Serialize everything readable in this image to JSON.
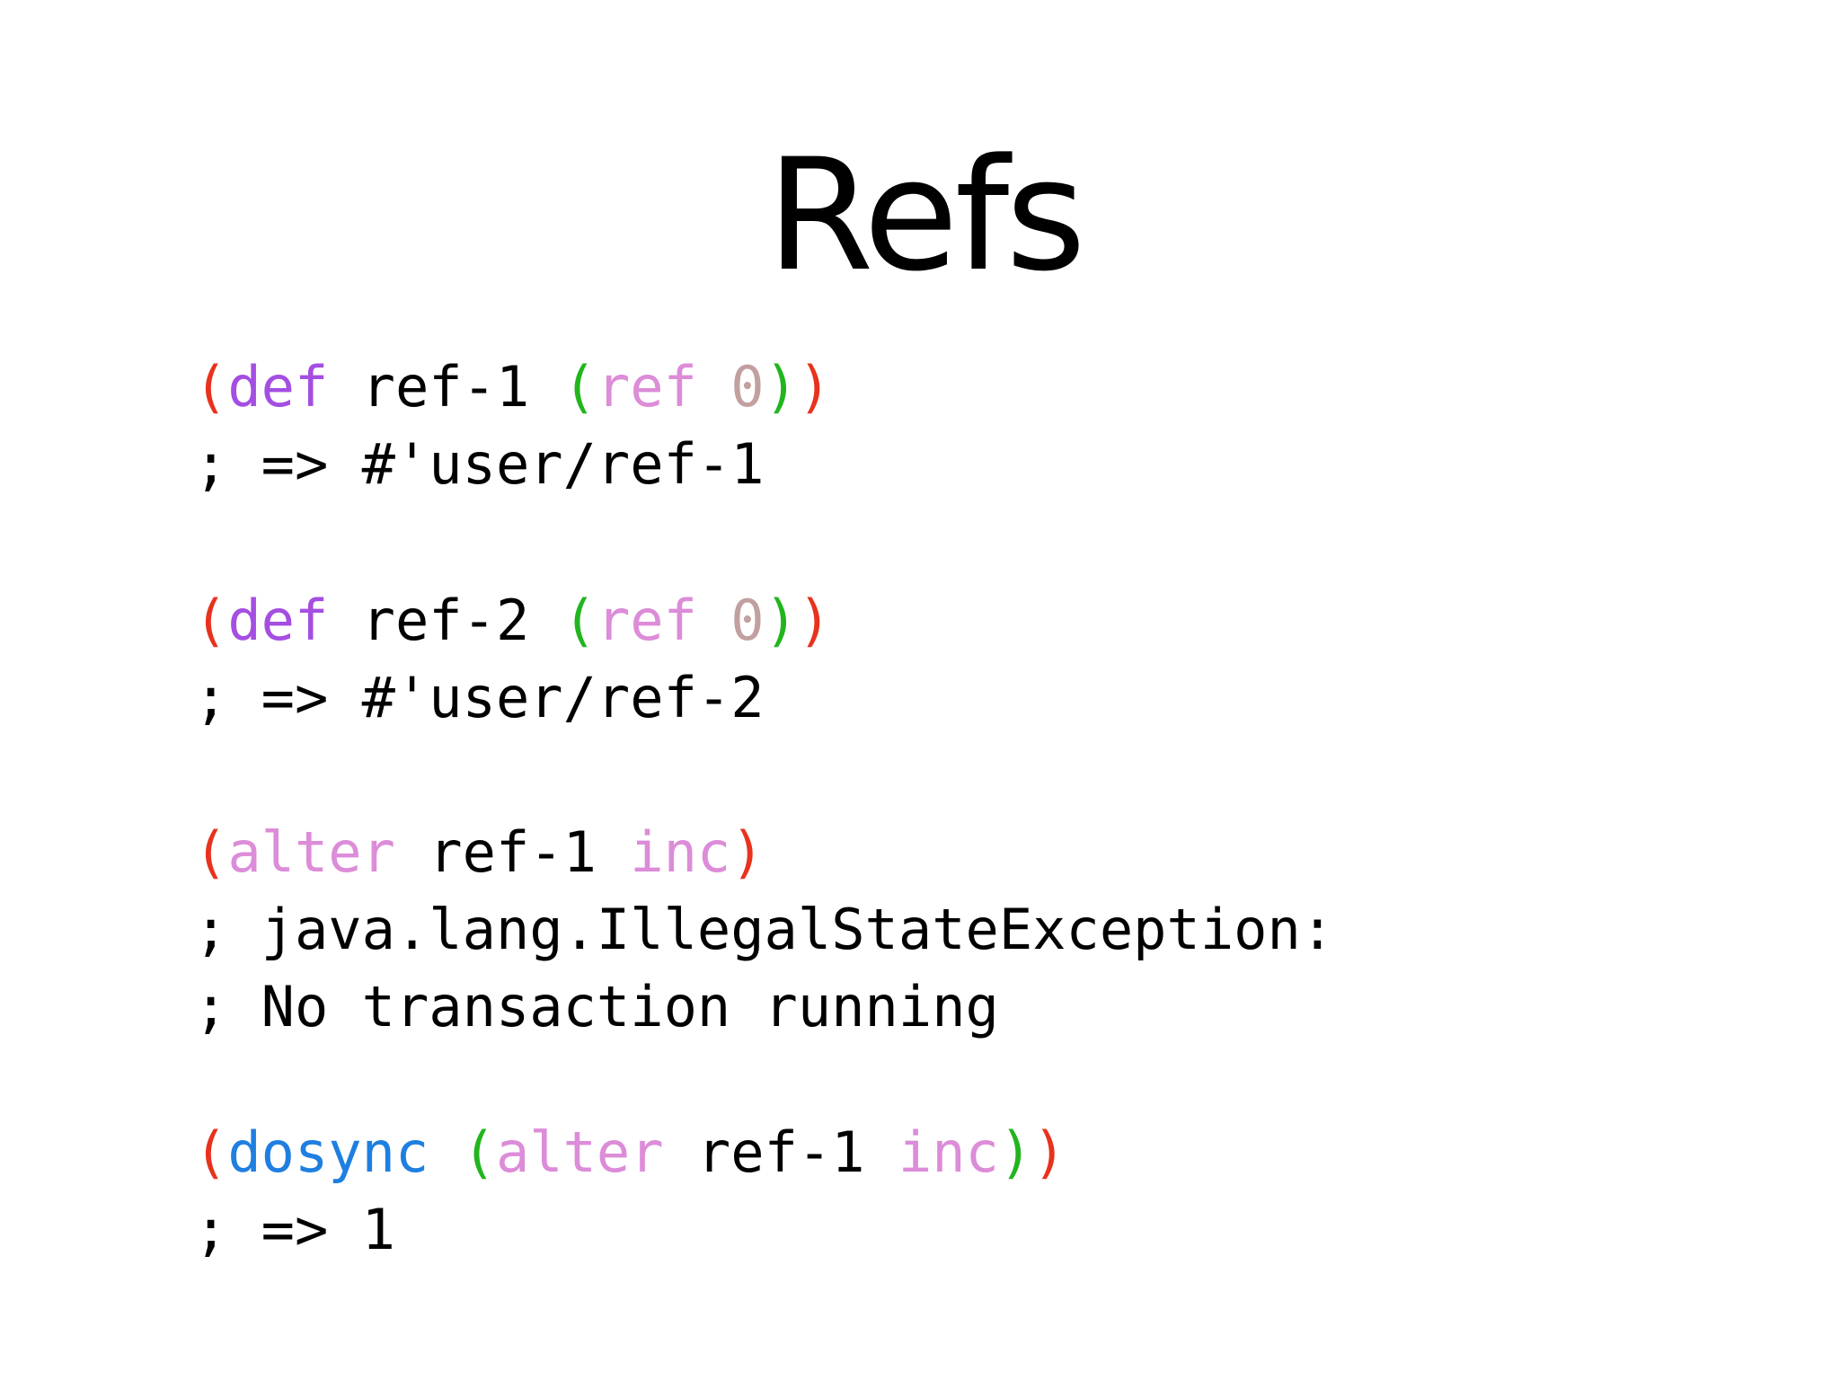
{
  "slide": {
    "title": "Refs"
  },
  "colors": {
    "paren_outer": "#e8321e",
    "paren_inner": "#22b51e",
    "special_form": "#a44ee2",
    "dosync": "#1f7fe0",
    "fn_call": "#dc8cd8",
    "number": "#c2a0a0",
    "plain": "#000000"
  },
  "code": {
    "lines": [
      {
        "tokens": [
          {
            "text": "(",
            "role": "paren_outer"
          },
          {
            "text": "def",
            "role": "special_form"
          },
          {
            "text": " ref-1 ",
            "role": "plain"
          },
          {
            "text": "(",
            "role": "paren_inner"
          },
          {
            "text": "ref",
            "role": "fn_call"
          },
          {
            "text": " ",
            "role": "plain"
          },
          {
            "text": "0",
            "role": "number"
          },
          {
            "text": ")",
            "role": "paren_inner"
          },
          {
            "text": ")",
            "role": "paren_outer"
          }
        ]
      },
      {
        "tokens": [
          {
            "text": "; => #'user/ref-1",
            "role": "plain"
          }
        ]
      },
      {
        "tokens": [
          {
            "text": "(",
            "role": "paren_outer"
          },
          {
            "text": "def",
            "role": "special_form"
          },
          {
            "text": " ref-2 ",
            "role": "plain"
          },
          {
            "text": "(",
            "role": "paren_inner"
          },
          {
            "text": "ref",
            "role": "fn_call"
          },
          {
            "text": " ",
            "role": "plain"
          },
          {
            "text": "0",
            "role": "number"
          },
          {
            "text": ")",
            "role": "paren_inner"
          },
          {
            "text": ")",
            "role": "paren_outer"
          }
        ]
      },
      {
        "tokens": [
          {
            "text": "; => #'user/ref-2",
            "role": "plain"
          }
        ]
      },
      {
        "tokens": [
          {
            "text": "(",
            "role": "paren_outer"
          },
          {
            "text": "alter",
            "role": "fn_call"
          },
          {
            "text": " ref-1 ",
            "role": "plain"
          },
          {
            "text": "inc",
            "role": "fn_call"
          },
          {
            "text": ")",
            "role": "paren_outer"
          }
        ]
      },
      {
        "tokens": [
          {
            "text": "; java.lang.IllegalStateException:",
            "role": "plain"
          }
        ]
      },
      {
        "tokens": [
          {
            "text": "; No transaction running",
            "role": "plain"
          }
        ]
      },
      {
        "tokens": [
          {
            "text": "(",
            "role": "paren_outer"
          },
          {
            "text": "dosync",
            "role": "dosync"
          },
          {
            "text": " ",
            "role": "plain"
          },
          {
            "text": "(",
            "role": "paren_inner"
          },
          {
            "text": "alter",
            "role": "fn_call"
          },
          {
            "text": " ref-1 ",
            "role": "plain"
          },
          {
            "text": "inc",
            "role": "fn_call"
          },
          {
            "text": ")",
            "role": "paren_inner"
          },
          {
            "text": ")",
            "role": "paren_outer"
          }
        ]
      },
      {
        "tokens": [
          {
            "text": "; => 1",
            "role": "plain"
          }
        ]
      }
    ]
  }
}
